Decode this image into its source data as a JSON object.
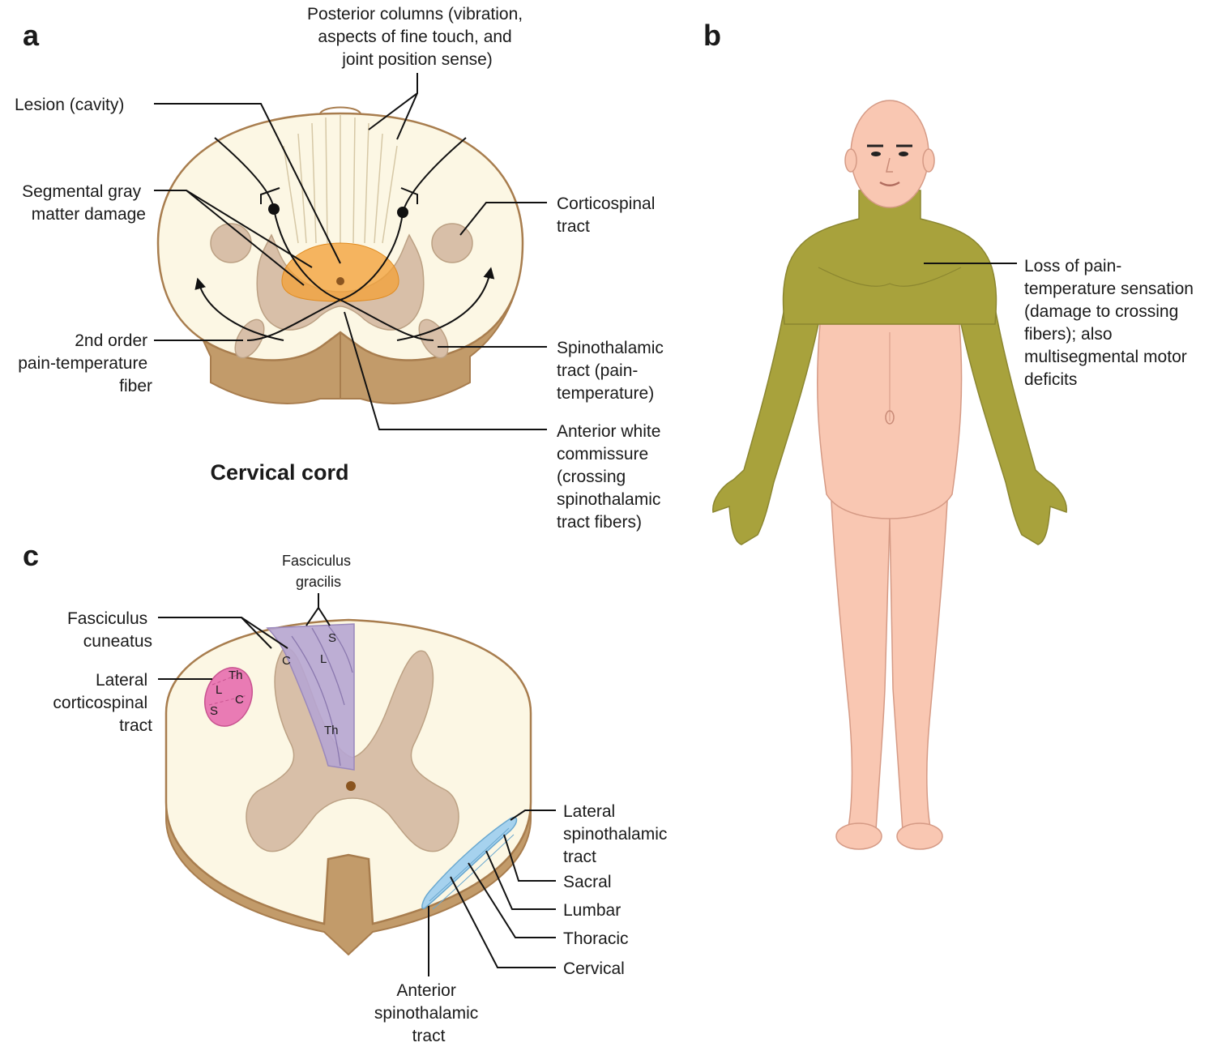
{
  "panels": {
    "a": "a",
    "b": "b",
    "c": "c"
  },
  "panel_a": {
    "title": "Cervical cord",
    "posterior_columns": [
      "Posterior columns (vibration,",
      "aspects of fine touch, and",
      "joint position sense)"
    ],
    "lesion": [
      "Lesion (cavity)"
    ],
    "segmental": [
      "Segmental gray",
      "matter damage"
    ],
    "second_order": [
      "2nd order",
      "pain-temperature",
      "fiber"
    ],
    "corticospinal": [
      "Corticospinal",
      "tract"
    ],
    "spinothalamic": [
      "Spinothalamic",
      "tract (pain-",
      "temperature)"
    ],
    "commissure": [
      "Anterior white",
      "commissure",
      "(crossing",
      "spinothalamic",
      "tract fibers)"
    ]
  },
  "panel_b": {
    "loss": [
      "Loss of pain-",
      "temperature sensation",
      "(damage to crossing",
      "fibers); also",
      "multisegmental motor",
      "deficits"
    ]
  },
  "panel_c": {
    "gracilis": [
      "Fasciculus",
      "gracilis"
    ],
    "cuneatus": [
      "Fasciculus",
      "cuneatus"
    ],
    "lat_cst": [
      "Lateral",
      "corticospinal",
      "tract"
    ],
    "lat_stt": [
      "Lateral",
      "spinothalamic",
      "tract"
    ],
    "sacral": [
      "Sacral"
    ],
    "lumbar": [
      "Lumbar"
    ],
    "thoracic": [
      "Thoracic"
    ],
    "cervical": [
      "Cervical"
    ],
    "ant_stt": [
      "Anterior",
      "spinothalamic",
      "tract"
    ],
    "col_letters": {
      "c": "C",
      "l": "L",
      "s": "S",
      "th": "Th"
    },
    "cst_letters": {
      "th": "Th",
      "l": "L",
      "c": "C",
      "s": "S"
    }
  },
  "colors": {
    "cord_white": "#fcf7e4",
    "cord_edge": "#a87d4e",
    "cord_side": "#c29b6a",
    "gray_matter": "#d8bfa8",
    "lesion": "#f2a23a",
    "skin": "#f9c7b2",
    "deficit": "#a8a23c",
    "dorsal_column": "#b6a5d2",
    "corticospinal": "#e97bb4",
    "spinothalamic": "#a6d2ee"
  }
}
